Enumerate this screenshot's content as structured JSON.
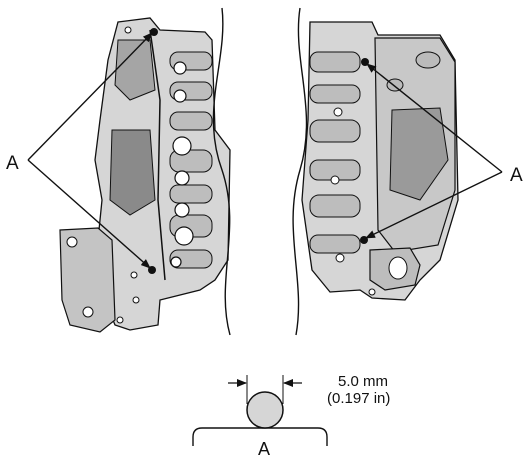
{
  "callout_label": "A",
  "detail": {
    "label": "A",
    "dimension_mm": "5.0 mm",
    "dimension_in": "(0.197 in)"
  },
  "colors": {
    "line": "#111111",
    "casting_light": "#d6d6d6",
    "casting_mid": "#9a9a9a",
    "casting_dark": "#4a4a4a",
    "background": "#ffffff"
  }
}
